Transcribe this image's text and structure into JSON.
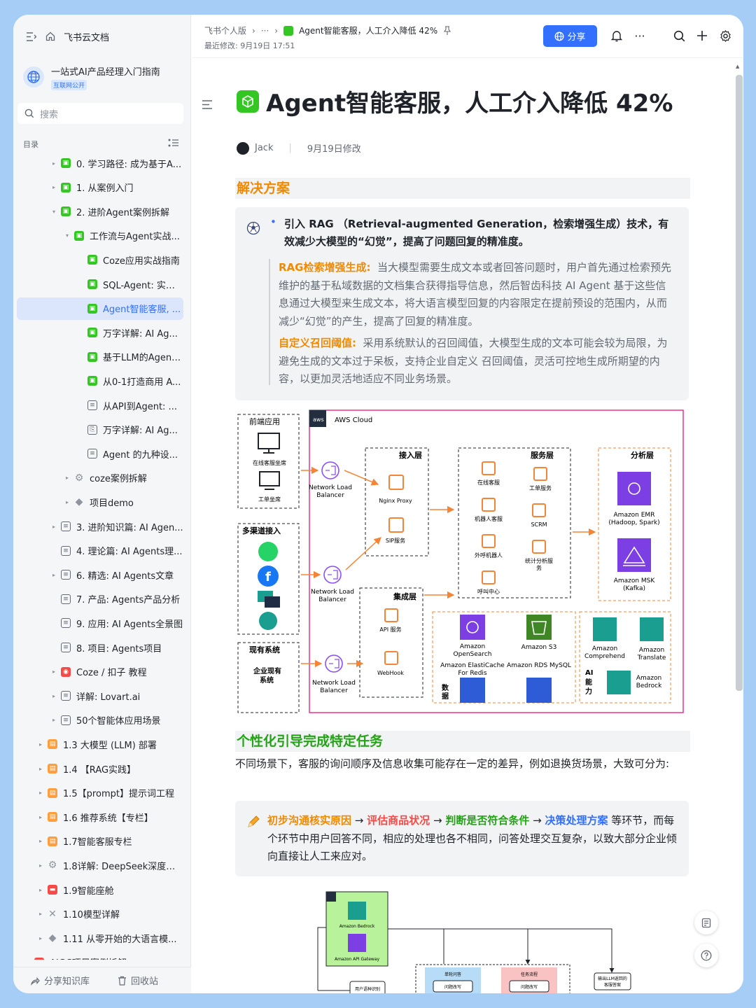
{
  "sidebar": {
    "top_label": "飞书云文档",
    "kb_title": "一站式AI产品经理入门指南",
    "kb_badge": "互联网公开",
    "search_placeholder": "搜索",
    "toc_label": "目录",
    "items": [
      {
        "label": "0. 学习路径: 成为基于A...",
        "indent": 1,
        "arrow": "▸",
        "icon": "doc-green-icon"
      },
      {
        "label": "1. 从案例入门",
        "indent": 1,
        "arrow": "▸",
        "icon": "doc-green-icon"
      },
      {
        "label": "2. 进阶Agent案例拆解",
        "indent": 1,
        "arrow": "▾",
        "icon": "doc-green-icon"
      },
      {
        "label": "工作流与Agent实战...",
        "indent": 2,
        "arrow": "▾",
        "icon": "doc-green-icon"
      },
      {
        "label": "Coze应用实战指南",
        "indent": 3,
        "arrow": "",
        "icon": "doc-green-icon"
      },
      {
        "label": "SQL-Agent: 实现...",
        "indent": 3,
        "arrow": "",
        "icon": "doc-green-icon"
      },
      {
        "label": "Agent智能客服, ...",
        "indent": 3,
        "arrow": "",
        "icon": "doc-green-icon",
        "active": true
      },
      {
        "label": "万字详解: AI Ag...",
        "indent": 3,
        "arrow": "",
        "icon": "doc-green-icon"
      },
      {
        "label": "基于LLM的Agent...",
        "indent": 3,
        "arrow": "",
        "icon": "doc-green-icon"
      },
      {
        "label": "从0-1打造商用 A...",
        "indent": 3,
        "arrow": "",
        "icon": "doc-green-icon"
      },
      {
        "label": "从API到Agent: ...",
        "indent": 3,
        "arrow": "",
        "icon": "doc-line-icon"
      },
      {
        "label": "万字详解: AI Ag...",
        "indent": 3,
        "arrow": "",
        "icon": "pdf-icon"
      },
      {
        "label": "Agent 的九种设...",
        "indent": 3,
        "arrow": "",
        "icon": "doc-line-icon"
      },
      {
        "label": "coze案例拆解",
        "indent": 2,
        "arrow": "▸",
        "icon": "gear-icon"
      },
      {
        "label": "项目demo",
        "indent": 2,
        "arrow": "▸",
        "icon": "layers-icon"
      },
      {
        "label": "3. 进阶知识篇: AI Agen...",
        "indent": 1,
        "arrow": "▸",
        "icon": "doc-line-icon"
      },
      {
        "label": "4. 理论篇: AI Agents理...",
        "indent": 1,
        "arrow": "",
        "icon": "doc-line-icon"
      },
      {
        "label": "6. 精选: AI Agents文章",
        "indent": 1,
        "arrow": "▸",
        "icon": "doc-line-icon"
      },
      {
        "label": "7. 产品: Agents产品分析",
        "indent": 1,
        "arrow": "",
        "icon": "doc-line-icon"
      },
      {
        "label": "9. 应用: AI Agents全景图",
        "indent": 1,
        "arrow": "",
        "icon": "doc-line-icon"
      },
      {
        "label": "8. 项目: Agents项目",
        "indent": 1,
        "arrow": "",
        "icon": "doc-line-icon"
      },
      {
        "label": "Coze / 扣子 教程",
        "indent": 1,
        "arrow": "▸",
        "icon": "coze-icon"
      },
      {
        "label": "详解: Lovart.ai",
        "indent": 1,
        "arrow": "▸",
        "icon": "doc-line-icon"
      },
      {
        "label": "50个智能体应用场景",
        "indent": 1,
        "arrow": "▸",
        "icon": "doc-line-icon"
      },
      {
        "label": "1.3 大模型 (LLM) 部署",
        "indent": 0,
        "arrow": "▸",
        "icon": "folder-orange-icon"
      },
      {
        "label": "1.4 【RAG实践】",
        "indent": 0,
        "arrow": "▸",
        "icon": "folder-orange-icon"
      },
      {
        "label": "1.5【prompt】提示词工程",
        "indent": 0,
        "arrow": "▸",
        "icon": "folder-orange-icon"
      },
      {
        "label": "1.6 推荐系统【专栏】",
        "indent": 0,
        "arrow": "▸",
        "icon": "folder-orange-icon"
      },
      {
        "label": "1.7智能客服专栏",
        "indent": 0,
        "arrow": "▸",
        "icon": "folder-orange-icon"
      },
      {
        "label": "1.8详解: DeepSeek深度推...",
        "indent": 0,
        "arrow": "▸",
        "icon": "gear-icon"
      },
      {
        "label": "1.9智能座舱",
        "indent": 0,
        "arrow": "▸",
        "icon": "car-icon"
      },
      {
        "label": "1.10模型详解",
        "indent": 0,
        "arrow": "▸",
        "icon": "tools-icon"
      },
      {
        "label": "1.11 从零开始的大语言模...",
        "indent": 0,
        "arrow": "▸",
        "icon": "layers-icon"
      },
      {
        "label": "AIGC项目案例拆解",
        "indent": -1,
        "arrow": "▸",
        "icon": "book-icon"
      }
    ],
    "footer_share": "分享知识库",
    "footer_trash": "回收站"
  },
  "header": {
    "crumb_root": "飞书个人版",
    "crumb_more": "···",
    "crumb_current": "Agent智能客服，人工介入降低 42%",
    "last_modified": "最近修改: 9月19日 17:51",
    "share_label": "分享"
  },
  "doc": {
    "title": "Agent智能客服，人工介入降低 42%",
    "author": "Jack",
    "modified": "9月19日修改",
    "section1": "解决方案",
    "bullet": "引入 RAG （Retrieval-augmented Generation，检索增强生成）技术，有效减少大模型的“幻觉”，提高了问题回复的精准度。",
    "rag_label": "RAG检索增强生成:",
    "rag_text": "当大模型需要生成文本或者回答问题时，用户首先通过检索预先维护的基于私域数据的文档集合获得指导信息，然后智齿科技 AI Agent 基于这些信息通过大模型来生成文本，将大语言模型回复的内容限定在提前预设的范围内，从而减少“幻觉”的产生，提高了回复的精准度。",
    "recall_label": "自定义召回阈值:",
    "recall_text": "采用系统默认的召回阈值，大模型生成的文本可能会较为局限，为避免生成的文本过于呆板，支持企业自定义 召回阈值，灵活可控地生成所期望的内容，以更加灵活地适应不同业务场景。",
    "section2": "个性化引导完成特定任务",
    "para": "不同场景下，客服的询问顺序及信息收集可能存在一定的差异，例如退换货场景，大致可分为:",
    "flow_1": "初步沟通核实原因",
    "flow_arrow": "→",
    "flow_2": "评估商品状况",
    "flow_3": "判断是否符合条件",
    "flow_4": "决策处理方案",
    "flow_tail": "等环节，而每个环节中用户回答不同，相应的处理也各不相同，问答处理交互复杂，以致大部分企业倾向直接让人工来应对。"
  },
  "diagram": {
    "aws_cloud": "AWS Cloud",
    "aws_logo": "aws",
    "front": "前端应用",
    "online_seat": "在线客服坐席",
    "ticket_seat": "工单坐席",
    "multichannel": "多渠道接入",
    "existing": "现有系统",
    "enterprise": "企业现有\n系统",
    "nlb": "Network Load\nBalancer",
    "access": "接入层",
    "nginx": "Nginx Proxy",
    "sip": "SIP服务",
    "service": "服务层",
    "svc_online": "在线客服",
    "svc_ticket": "工单服务",
    "svc_robot": "机器人客服",
    "svc_scrm": "SCRM",
    "svc_outbound": "外呼机器人",
    "svc_stats": "统计分析服务",
    "svc_call": "呼叫中心",
    "analysis": "分析层",
    "emr": "Amazon EMR\n(Hadoop, Spark)",
    "msk": "Amazon MSK\n(Kafka)",
    "integration": "集成层",
    "api": "API 服务",
    "webhook": "WebHook",
    "data_layer": "数据层",
    "opensearch": "Amazon\nOpenSearch",
    "s3": "Amazon S3",
    "elasticache": "Amazon ElastiCache\nFor Redis",
    "rds": "Amazon RDS MySQL",
    "ai_layer": "AI能力层",
    "comprehend": "Amazon\nComprehend",
    "translate": "Amazon\nTranslate",
    "bedrock": "Amazon\nBedrock",
    "d2_bedrock": "Amazon Bedrock",
    "d2_gateway": "Amazon API Gateway",
    "d2_lang": "用户语种识别",
    "d2_single": "单轮问答",
    "d2_task": "任务流程",
    "d2_rewrite": "问题改写",
    "d2_output": "输出LLM返回的\n客服答案"
  },
  "colors": {
    "accent": "#3370ff",
    "doc_green": "#34c724",
    "heading_orange": "#f08a00",
    "heading_green": "#24a316",
    "aws_pink": "#e7157b",
    "aws_purple": "#7b3fe4",
    "aws_orange": "#f58536"
  }
}
